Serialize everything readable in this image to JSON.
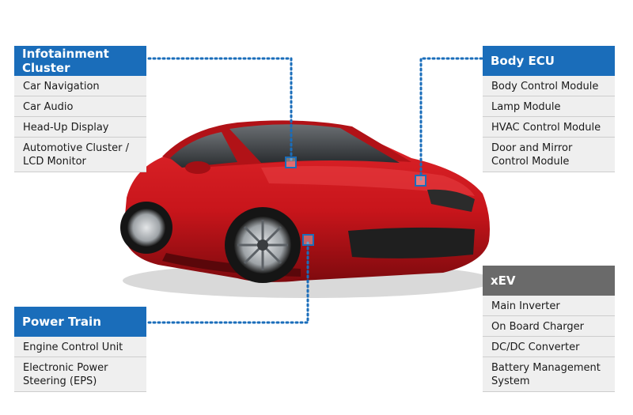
{
  "colors": {
    "accent_blue": "#1a6dba",
    "dark_gray": "#6a6a6a",
    "item_bg": "#efefef",
    "car_red": "#c8151b"
  },
  "panels": {
    "infotainment": {
      "title": "Infotainment Cluster",
      "items": [
        "Car Navigation",
        "Car Audio",
        "Head-Up Display",
        "Automotive Cluster /\nLCD Monitor"
      ]
    },
    "body_ecu": {
      "title": "Body ECU",
      "items": [
        "Body Control Module",
        "Lamp Module",
        "HVAC Control Module",
        "Door and Mirror\nControl Module"
      ]
    },
    "power_train": {
      "title": "Power Train",
      "items": [
        "Engine Control Unit",
        "Electronic Power\nSteering (EPS)"
      ]
    },
    "xev": {
      "title": "xEV",
      "items": [
        "Main Inverter",
        "On Board Charger",
        "DC/DC Converter",
        "Battery Management\nSystem"
      ]
    }
  },
  "image": {
    "subject": "red-sports-car-icon"
  }
}
